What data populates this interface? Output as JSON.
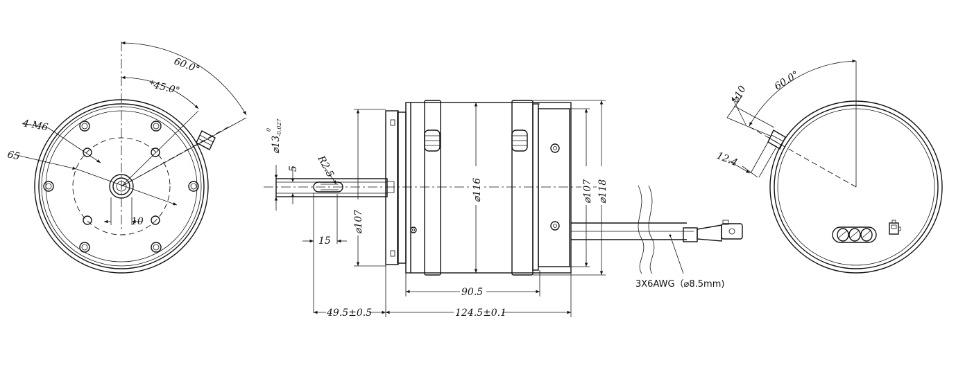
{
  "drawing": {
    "front_view": {
      "angle_outer": "60.0°",
      "angle_inner": "*45.0°",
      "thread_label": "4-M6",
      "pcd_label": "65",
      "key_width": "10"
    },
    "side_view": {
      "shaft_dia": "⌀13",
      "shaft_tol_upper": "0",
      "shaft_tol_lower": "-0.027",
      "key_height": "5",
      "radius": "R2.5",
      "key_length": "15",
      "flange_dia": "⌀107",
      "body_dia": "⌀116",
      "rear_dia": "⌀107",
      "outer_dia": "⌀118",
      "body_length": "90.5",
      "shaft_length": "49.5±0.5",
      "total_length": "124.5±0.1",
      "cable_label": "3X6AWG（⌀8.5mm)"
    },
    "rear_view": {
      "cable_dia": "⌀10",
      "angle": "60.0°",
      "offset": "12.4"
    }
  }
}
